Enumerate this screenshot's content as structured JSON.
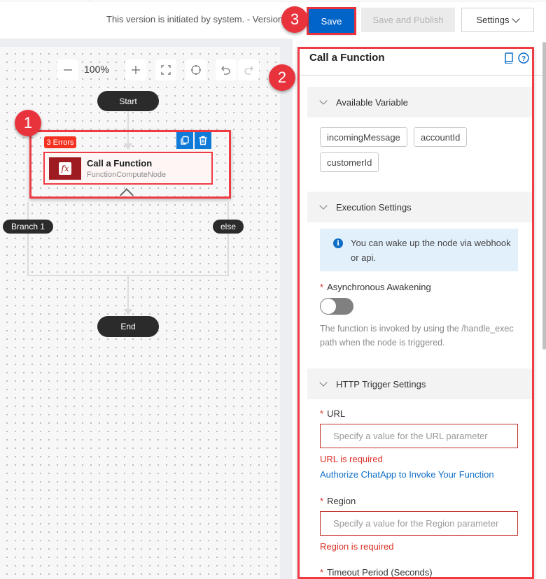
{
  "header": {
    "version_text": "This version is initiated by system. - Version",
    "save_label": "Save",
    "save_publish_label": "Save and Publish",
    "settings_label": "Settings"
  },
  "canvas": {
    "zoom_level": "100%",
    "toolbar_icons": [
      "zoom-out-icon",
      "zoom-in-icon",
      "fit-screen-icon",
      "center-icon",
      "undo-icon",
      "redo-icon"
    ],
    "start_label": "Start",
    "end_label": "End",
    "node": {
      "error_badge": "3 Errors",
      "title": "Call a Function",
      "subtitle": "FunctionComputeNode",
      "icon": "fx-function-icon",
      "actions": [
        "copy-icon",
        "delete-icon"
      ]
    },
    "branches": [
      {
        "label": "Branch 1"
      },
      {
        "label": "else"
      }
    ]
  },
  "panel": {
    "title": "Call a Function",
    "header_icons": [
      "docs-book-icon",
      "help-icon"
    ],
    "sections": {
      "available_variable": {
        "title": "Available Variable",
        "variables": [
          "incomingMessage",
          "accountId",
          "customerId"
        ]
      },
      "execution_settings": {
        "title": "Execution Settings",
        "info_text": "You can wake up the node via webhook or api.",
        "async_label": "Asynchronous Awakening",
        "async_enabled": false,
        "async_help": "The function is invoked by using the /handle_exec path when the node is triggered."
      },
      "http_trigger": {
        "title": "HTTP Trigger Settings",
        "url_label": "URL",
        "url_placeholder": "Specify a value for the URL parameter",
        "url_error": "URL is required",
        "authorize_link": "Authorize ChatApp to Invoke Your Function",
        "region_label": "Region",
        "region_placeholder": "Specify a value for the Region parameter",
        "region_error": "Region is required",
        "timeout_label": "Timeout Period (Seconds)"
      }
    }
  },
  "annotations": {
    "marker_1": "1",
    "marker_2": "2",
    "marker_3": "3",
    "highlight_color": "#ee3b44"
  },
  "colors": {
    "primary": "#0064c8",
    "error": "#d93026",
    "node_icon_bg": "#9e1b21",
    "pill_bg": "#2b2b2b",
    "info_bg": "#e2f0fc"
  }
}
